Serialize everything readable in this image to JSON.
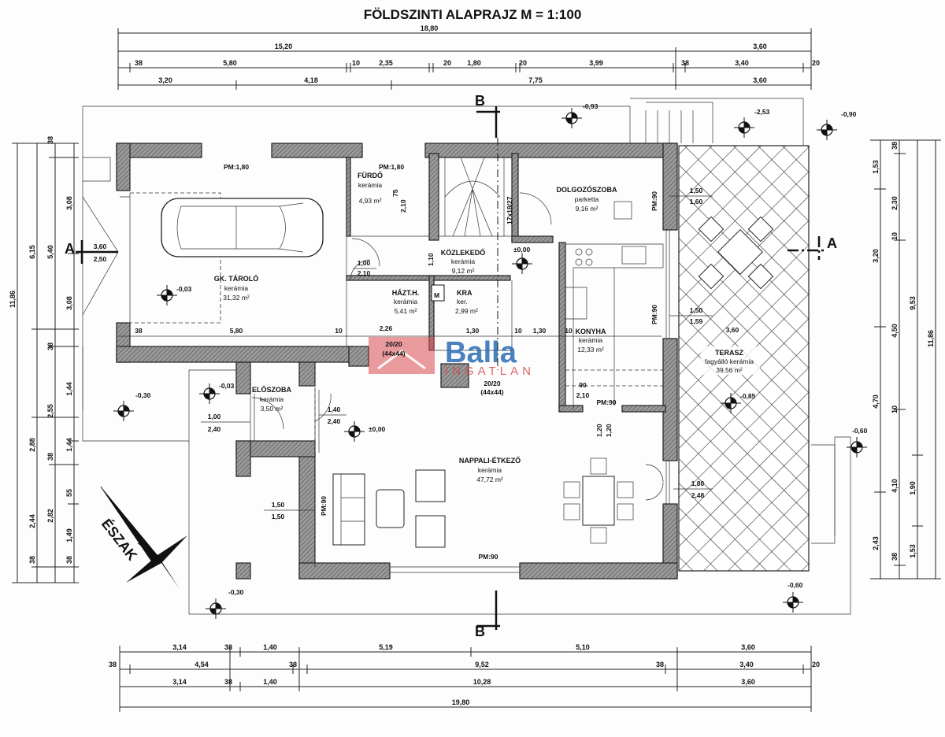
{
  "title": "FÖLDSZINTI ALAPRAJZ M = 1:100",
  "dims": {
    "top": [
      [
        "18,80"
      ],
      [
        "15,20",
        "3,60"
      ],
      [
        "38",
        "5,80",
        "10",
        "2,35",
        "20",
        "1,80",
        "20",
        "3,99",
        "38",
        "3,40",
        "20"
      ],
      [
        "3,20",
        "4,18",
        "7,75",
        "3,60"
      ]
    ],
    "bottom": [
      [
        "3,14",
        "38",
        "1,40",
        "5,19",
        "5,10",
        "3,60"
      ],
      [
        "38",
        "4,54",
        "38",
        "9,52",
        "38",
        "3,40",
        "20"
      ],
      [
        "3,14",
        "38",
        "1,40",
        "10,28",
        "3,60"
      ],
      [
        "19,80"
      ]
    ],
    "left": [
      [
        "11,86"
      ],
      [
        "6,15",
        "2,88",
        "2,44",
        "38"
      ],
      [
        "38",
        "5,40",
        "38",
        "2,55",
        "38",
        "2,82"
      ],
      [
        "3,08",
        "3,08",
        "1,44",
        "1,44",
        "55",
        "1,49",
        "38"
      ]
    ],
    "right": [
      [
        "1,53",
        "3,20",
        "4,70",
        "2,43"
      ],
      [
        "38",
        "2,30",
        "10",
        "4,50",
        "10",
        "4,10",
        "38"
      ],
      [
        "9,53",
        "1,90",
        "1,53"
      ],
      [
        "11,86"
      ]
    ]
  },
  "rooms": [
    {
      "name": "GK. TÁROLÓ",
      "floor": "kerámia",
      "area": "31,32 m²"
    },
    {
      "name": "FÜRDŐ",
      "floor": "kerámia",
      "area": "4,93 m²"
    },
    {
      "name": "KÖZLEKEDŐ",
      "floor": "kerámia",
      "area": "9,12 m²"
    },
    {
      "name": "DOLGOZÓSZOBA",
      "floor": "parketta",
      "area": "9,16 m²"
    },
    {
      "name": "HÁZT.H.",
      "floor": "kerámia",
      "area": "5,41 m²"
    },
    {
      "name": "KRA",
      "floor": "ker.",
      "area": "2,99 m²"
    },
    {
      "name": "KONYHA",
      "floor": "kerámia",
      "area": "12,33 m²"
    },
    {
      "name": "ELŐSZOBA",
      "floor": "kerámia",
      "area": "3,50 m²"
    },
    {
      "name": "NAPPALI-ÉTKEZŐ",
      "floor": "kerámia",
      "area": "47,72 m²"
    },
    {
      "name": "TERASZ",
      "floor": "fagyálló kerámia",
      "area": "39,56 m²"
    }
  ],
  "levels": [
    "-0,03",
    "±0,00",
    "±0,00",
    "-0,93",
    "-2,53",
    "-0,90",
    "-0,30",
    "-0,03",
    "-0,30",
    "-0,85",
    "-0,60",
    "-0,60"
  ],
  "openings": {
    "garage_pm": "PM:1,80",
    "bath_pm": "PM:1,80",
    "d1_w": "1,00",
    "d1_h": "2,10",
    "bath_d": "2,10",
    "bath_75": "75",
    "work_w": "1,50",
    "work_h": "1,60",
    "kitchen_w": "1,50",
    "kitchen_h": "1,59",
    "terrace_360": "3,60",
    "kd_w": "90",
    "kd_h": "2,10",
    "kitchen_pm": "PM:90",
    "entry_w": "1,40",
    "entry_h": "2,40",
    "out_w": "1,00",
    "out_h": "2,40",
    "lw_w": "1,50",
    "lw_h": "1,50",
    "left_pm": "PM:90",
    "bottom_pm": "PM:90",
    "ter_w": "1,80",
    "ter_h": "2,48",
    "chim1": "20/20",
    "chim1b": "(44x44)",
    "chim2": "20/20",
    "chim2b": "(44x44)",
    "sec_w": "3,60",
    "sec_h": "2,50",
    "g580": "5,80",
    "g38": "38",
    "g10": "10",
    "h226": "2,26",
    "k130a": "1,30",
    "k130b": "1,30",
    "k10a": "10",
    "k10b": "10",
    "v110": "1,10",
    "v120a": "1,20",
    "v120b": "1,20",
    "stair": "17x18/27",
    "work_pm": "PM:90",
    "kit_pm2": "PM:90"
  },
  "section_labels": [
    "A",
    "A",
    "B",
    "B"
  ],
  "compass": "ÉSZAK",
  "watermark": {
    "brand": "Balla",
    "sub": "INGATLAN"
  }
}
